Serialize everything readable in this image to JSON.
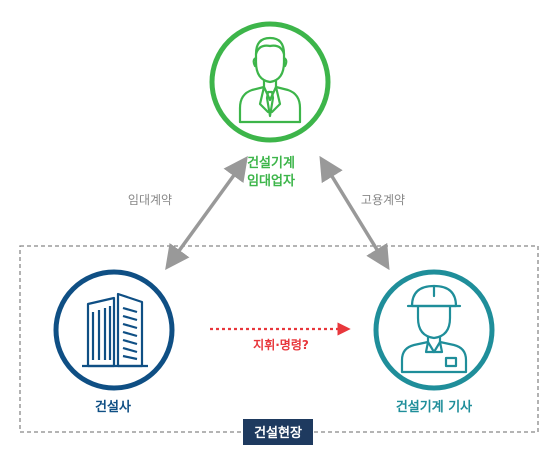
{
  "colors": {
    "rental_green": "#3db54a",
    "company_navy": "#0f4f84",
    "operator_teal": "#1f8e9a",
    "arrow_gray": "#999999",
    "command_red": "#e8373c",
    "site_label_bg": "#1e3a5f",
    "edge_label_gray": "#888888",
    "site_border": "#888888"
  },
  "nodes": {
    "rental": {
      "line1": "건설기계",
      "line2": "임대업자",
      "icon": "businessman-icon"
    },
    "company": {
      "label": "건설사",
      "icon": "building-icon"
    },
    "operator": {
      "label": "건설기계 기사",
      "icon": "hardhat-worker-icon"
    }
  },
  "edges": {
    "lease": "임대계약",
    "employment": "고용계약",
    "command": "지휘·명령?"
  },
  "site": {
    "label": "건설현장"
  }
}
